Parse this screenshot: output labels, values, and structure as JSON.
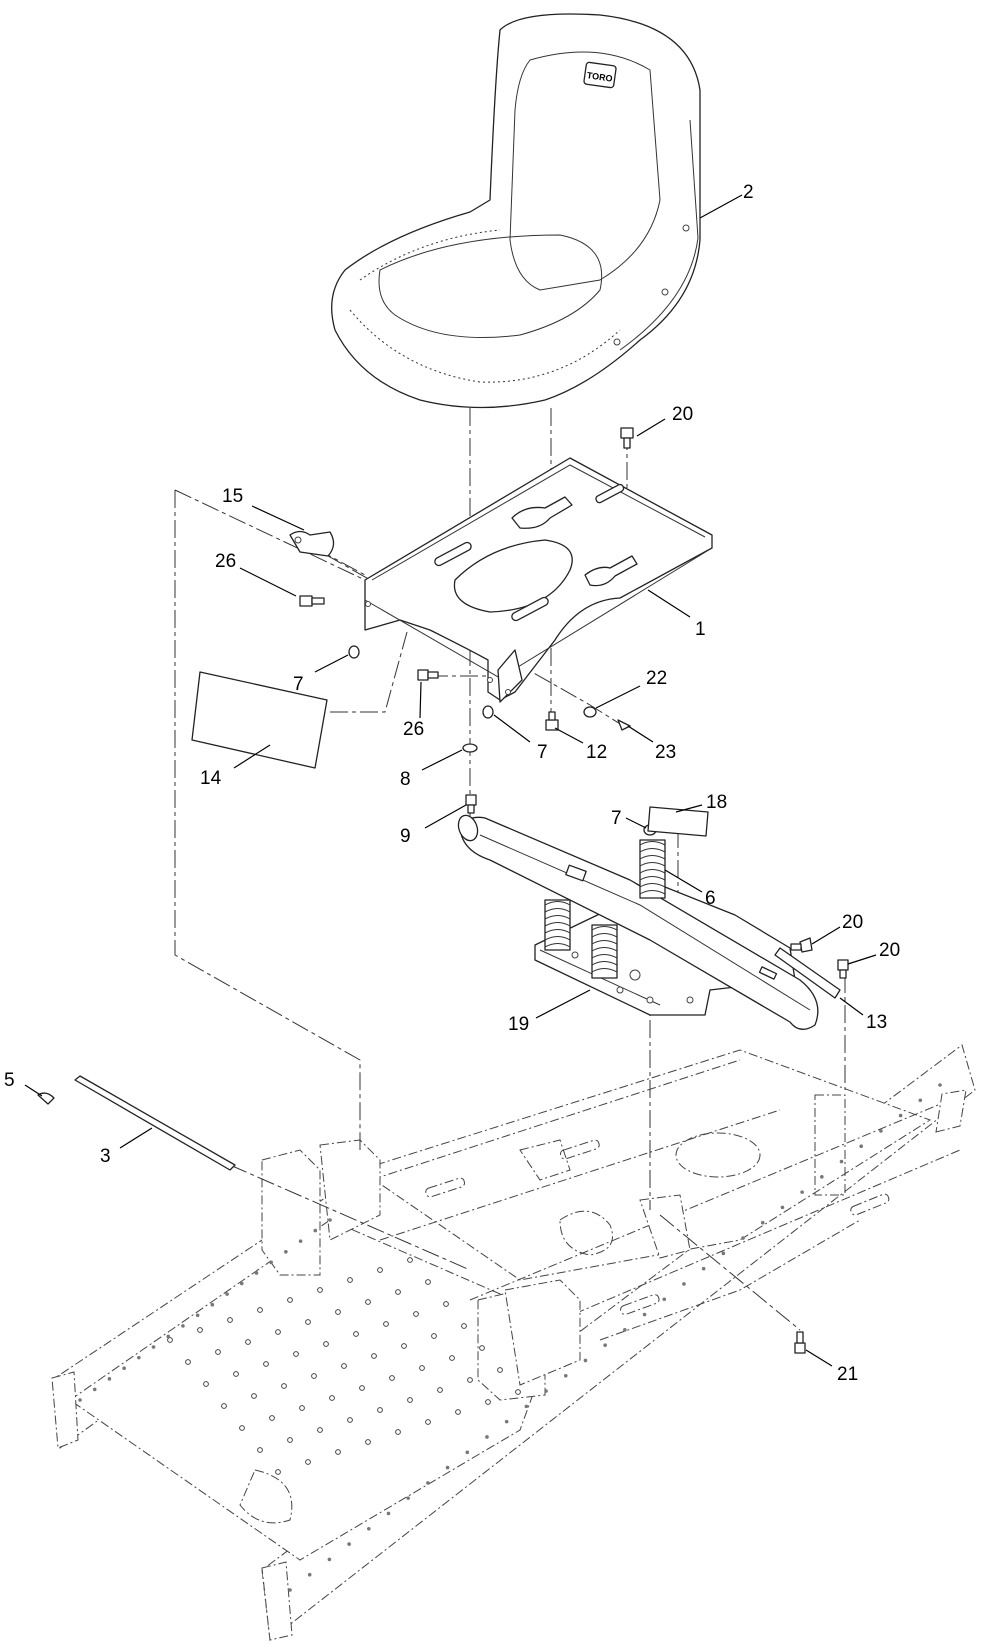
{
  "logo_text": "TORO",
  "callouts": [
    {
      "id": "c-2",
      "text": "2"
    },
    {
      "id": "c-20a",
      "text": "20"
    },
    {
      "id": "c-15",
      "text": "15"
    },
    {
      "id": "c-26a",
      "text": "26"
    },
    {
      "id": "c-1",
      "text": "1"
    },
    {
      "id": "c-7a",
      "text": "7"
    },
    {
      "id": "c-22",
      "text": "22"
    },
    {
      "id": "c-26b",
      "text": "26"
    },
    {
      "id": "c-7b",
      "text": "7"
    },
    {
      "id": "c-12",
      "text": "12"
    },
    {
      "id": "c-23",
      "text": "23"
    },
    {
      "id": "c-14",
      "text": "14"
    },
    {
      "id": "c-8",
      "text": "8"
    },
    {
      "id": "c-18",
      "text": "18"
    },
    {
      "id": "c-7c",
      "text": "7"
    },
    {
      "id": "c-9",
      "text": "9"
    },
    {
      "id": "c-6",
      "text": "6"
    },
    {
      "id": "c-20b",
      "text": "20"
    },
    {
      "id": "c-20c",
      "text": "20"
    },
    {
      "id": "c-19",
      "text": "19"
    },
    {
      "id": "c-13",
      "text": "13"
    },
    {
      "id": "c-5",
      "text": "5"
    },
    {
      "id": "c-3",
      "text": "3"
    },
    {
      "id": "c-21",
      "text": "21"
    }
  ]
}
